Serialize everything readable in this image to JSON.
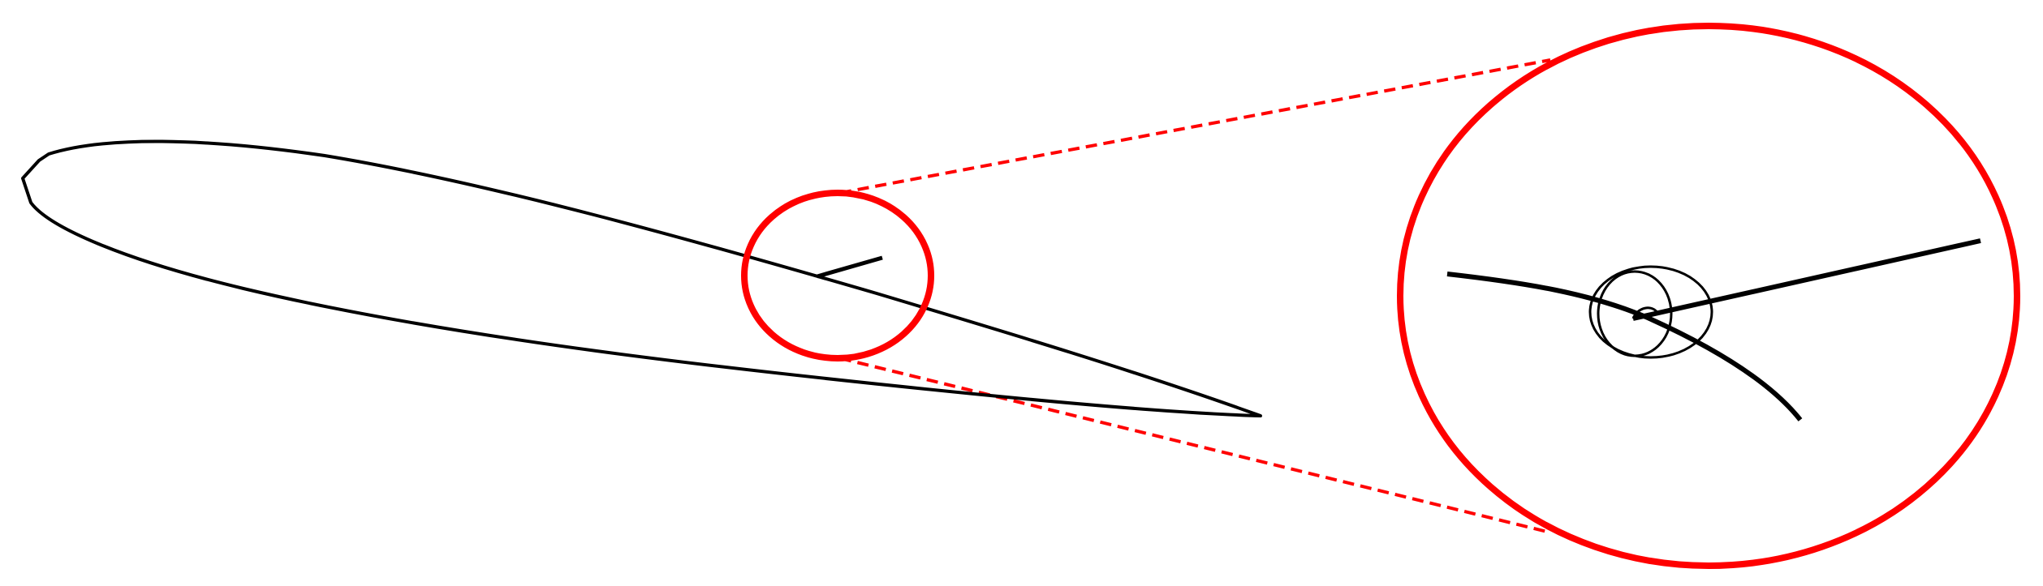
{
  "diagram": {
    "colors": {
      "outline": "#000000",
      "highlight": "#ff0000",
      "background": "#ffffff"
    },
    "elements": [
      "airfoil-outline",
      "surface-normal-segment",
      "magnifier-circle",
      "zoom-connector-lines",
      "zoomed-detail-view",
      "angle-arc-markers"
    ]
  }
}
